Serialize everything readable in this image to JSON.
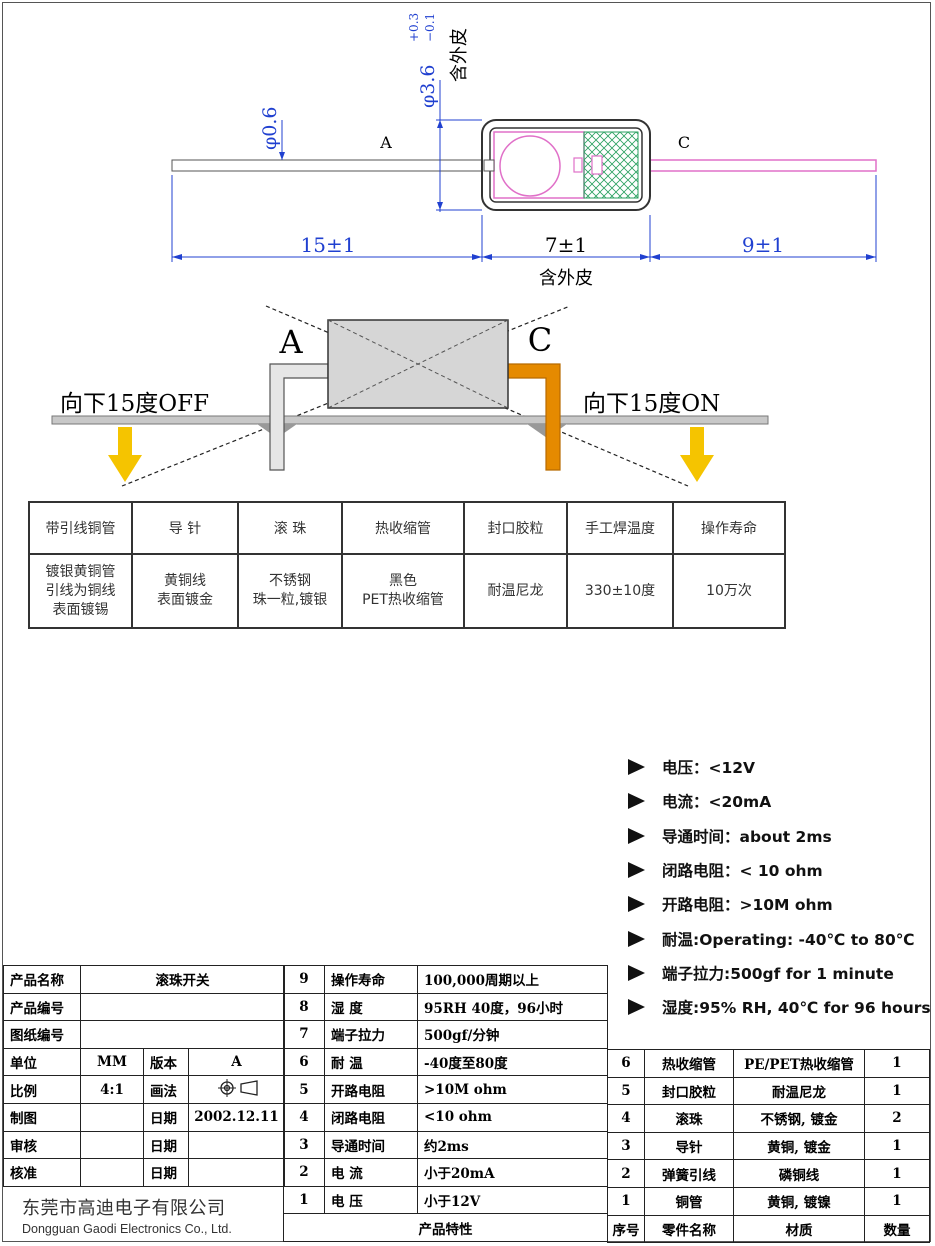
{
  "drawing": {
    "dim_lead_dia": "φ0.6",
    "dim_body_dia": "φ3.6",
    "dim_body_tol_upper": "+0.3",
    "dim_body_tol_lower": "−0.1",
    "dim_body_note": "含外皮",
    "terminal_a": "A",
    "terminal_c": "C",
    "len_a": "15±1",
    "len_body": "7±1",
    "len_c": "9±1",
    "len_body_note": "含外皮"
  },
  "mount": {
    "terminal_a": "A",
    "terminal_c": "C",
    "tilt_off": "向下15度OFF",
    "tilt_on": "向下15度ON",
    "colors": {
      "body": "#d6d6d6",
      "board": "#c8c8c8",
      "lead_c": "#e58a00",
      "arrow": "#f5c400"
    }
  },
  "materials": {
    "headers": [
      "带引线铜管",
      "导 针",
      "滚 珠",
      "热收缩管",
      "封口胶粒",
      "手工焊温度",
      "操作寿命"
    ],
    "values": [
      [
        "镀银黄铜管",
        "引线为铜线",
        "表面镀锡"
      ],
      [
        "黄铜线",
        "表面镀金"
      ],
      [
        "不锈钢",
        "珠一粒,镀银"
      ],
      [
        "黑色",
        "PET热收缩管"
      ],
      [
        "耐温尼龙"
      ],
      [
        "330±10度"
      ],
      [
        "10万次"
      ]
    ]
  },
  "specs": [
    "电压：<12V",
    "电流：<20mA",
    "导通时间：about 2ms",
    "闭路电阻：< 10 ohm",
    "开路电阻：>10M ohm",
    "耐温:Operating: -40℃ to 80℃",
    "端子拉力:500gf for 1 minute",
    "湿度:95% RH, 40℃ for 96 hours"
  ],
  "title_block": {
    "product_name_label": "产品名称",
    "product_name": "滚珠开关",
    "product_no_label": "产品编号",
    "drawing_no_label": "图纸编号",
    "unit_label": "单位",
    "unit": "MM",
    "version_label": "版本",
    "version": "A",
    "scale_label": "比例",
    "scale": "4:1",
    "method_label": "画法",
    "drafter_label": "制图",
    "date_label": "日期",
    "date": "2002.12.11",
    "reviewer_label": "审核",
    "approver_label": "核准",
    "company_cn": "东莞市高迪电子有限公司",
    "company_en": "Dongguan Gaodi Electronics Co., Ltd."
  },
  "characteristics": {
    "footer": "产品特性",
    "rows": [
      {
        "no": "9",
        "name": "操作寿命",
        "value": "100,000周期以上"
      },
      {
        "no": "8",
        "name": "湿 度",
        "value": "95RH 40度，96小时"
      },
      {
        "no": "7",
        "name": "端子拉力",
        "value": "500gf/分钟"
      },
      {
        "no": "6",
        "name": "耐 温",
        "value": "-40度至80度"
      },
      {
        "no": "5",
        "name": "开路电阻",
        "value": ">10M ohm"
      },
      {
        "no": "4",
        "name": "闭路电阻",
        "value": "<10 ohm"
      },
      {
        "no": "3",
        "name": "导通时间",
        "value": "约2ms"
      },
      {
        "no": "2",
        "name": "电 流",
        "value": "小于20mA"
      },
      {
        "no": "1",
        "name": "电 压",
        "value": "小于12V"
      }
    ]
  },
  "bom": {
    "headers": {
      "no": "序号",
      "part": "零件名称",
      "material": "材质",
      "qty": "数量"
    },
    "rows": [
      {
        "no": "6",
        "part": "热收缩管",
        "material": "PE/PET热收缩管",
        "qty": "1"
      },
      {
        "no": "5",
        "part": "封口胶粒",
        "material": "耐温尼龙",
        "qty": "1"
      },
      {
        "no": "4",
        "part": "滚珠",
        "material": "不锈钢, 镀金",
        "qty": "2"
      },
      {
        "no": "3",
        "part": "导针",
        "material": "黄铜, 镀金",
        "qty": "1"
      },
      {
        "no": "2",
        "part": "弹簧引线",
        "material": "磷铜线",
        "qty": "1"
      },
      {
        "no": "1",
        "part": "铜管",
        "material": "黄铜, 镀镍",
        "qty": "1"
      }
    ]
  }
}
